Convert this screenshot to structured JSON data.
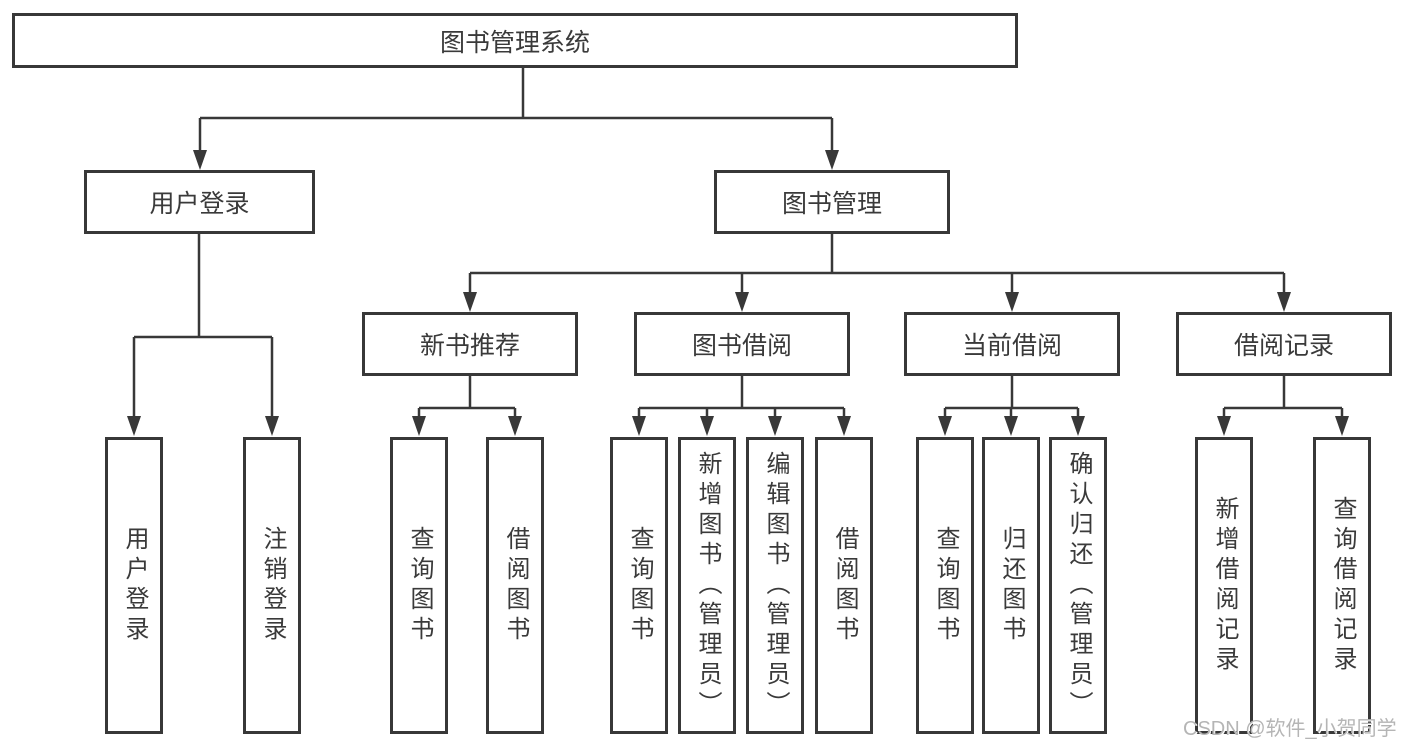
{
  "tree": {
    "root": "图书管理系统",
    "branches": [
      {
        "label": "用户登录",
        "children": [
          "用户登录",
          "注销登录"
        ]
      },
      {
        "label": "图书管理",
        "sections": [
          {
            "label": "新书推荐",
            "children": [
              "查询图书",
              "借阅图书"
            ]
          },
          {
            "label": "图书借阅",
            "children": [
              "查询图书",
              "新增图书（管理员）",
              "编辑图书（管理员）",
              "借阅图书"
            ]
          },
          {
            "label": "当前借阅",
            "children": [
              "查询图书",
              "归还图书",
              "确认归还（管理员）"
            ]
          },
          {
            "label": "借阅记录",
            "children": [
              "新增借阅记录",
              "查询借阅记录"
            ]
          }
        ]
      }
    ]
  },
  "watermark": {
    "text": "CSDN @软件_小贺同学"
  },
  "colors": {
    "line": "#383838",
    "box_border": "#383838",
    "text": "#3a3a3a",
    "watermark": "#b5b5b5",
    "background": "#ffffff"
  }
}
